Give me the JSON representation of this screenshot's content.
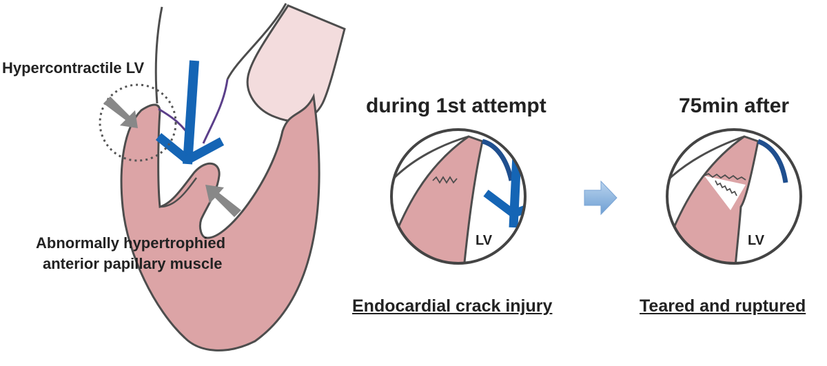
{
  "labels": {
    "hypercontractile": "Hypercontractile LV",
    "papillary_line1": "Abnormally hypertrophied",
    "papillary_line2": "anterior papillary muscle",
    "during_title": "during 1st attempt",
    "after_title": "75min after",
    "crack_caption": "Endocardial crack injury",
    "torn_caption": "Teared and ruptured",
    "lv_left": "LV",
    "lv_right": "LV"
  },
  "colors": {
    "muscle": "#dca4a6",
    "atrium": "#f3dcdd",
    "outline": "#4d4d4d",
    "catheter": "#1565b5",
    "leaflet": "#5b3f8a",
    "arrow_gray": "#888888",
    "arrow_blue": "#8fb6df",
    "text": "#222222"
  }
}
